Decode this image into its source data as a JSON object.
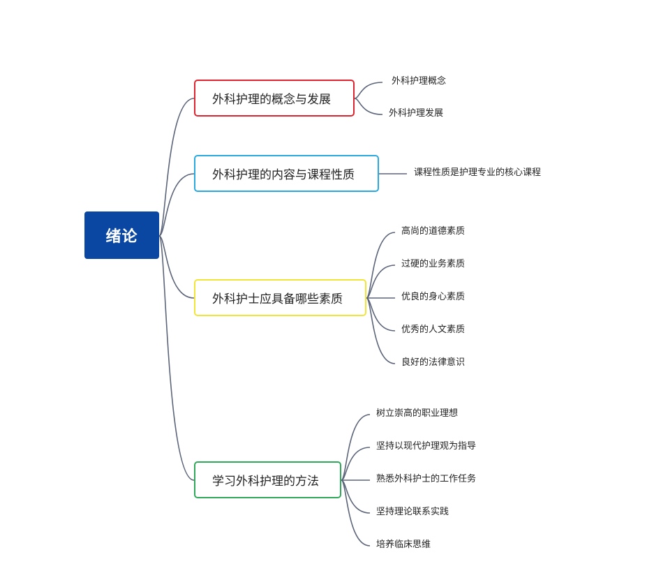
{
  "colors": {
    "root_bg": "#0a47a3",
    "connector": "#5b6479",
    "branch_borders": [
      "#e0242f",
      "#2aa8e0",
      "#f2e53a",
      "#2fa85a"
    ]
  },
  "root": {
    "label": "绪论"
  },
  "branches": [
    {
      "label": "外科护理的概念与发展",
      "children": [
        "外科护理概念",
        "外科护理发展"
      ]
    },
    {
      "label": "外科护理的内容与课程性质",
      "children": [
        "课程性质是护理专业的核心课程"
      ]
    },
    {
      "label": "外科护士应具备哪些素质",
      "children": [
        "高尚的道德素质",
        "过硬的业务素质",
        "优良的身心素质",
        "优秀的人文素质",
        "良好的法律意识"
      ]
    },
    {
      "label": "学习外科护理的方法",
      "children": [
        "树立崇高的职业理想",
        "坚持以现代护理观为指导",
        "熟悉外科护士的工作任务",
        "坚持理论联系实践",
        "培养临床思维"
      ]
    }
  ]
}
